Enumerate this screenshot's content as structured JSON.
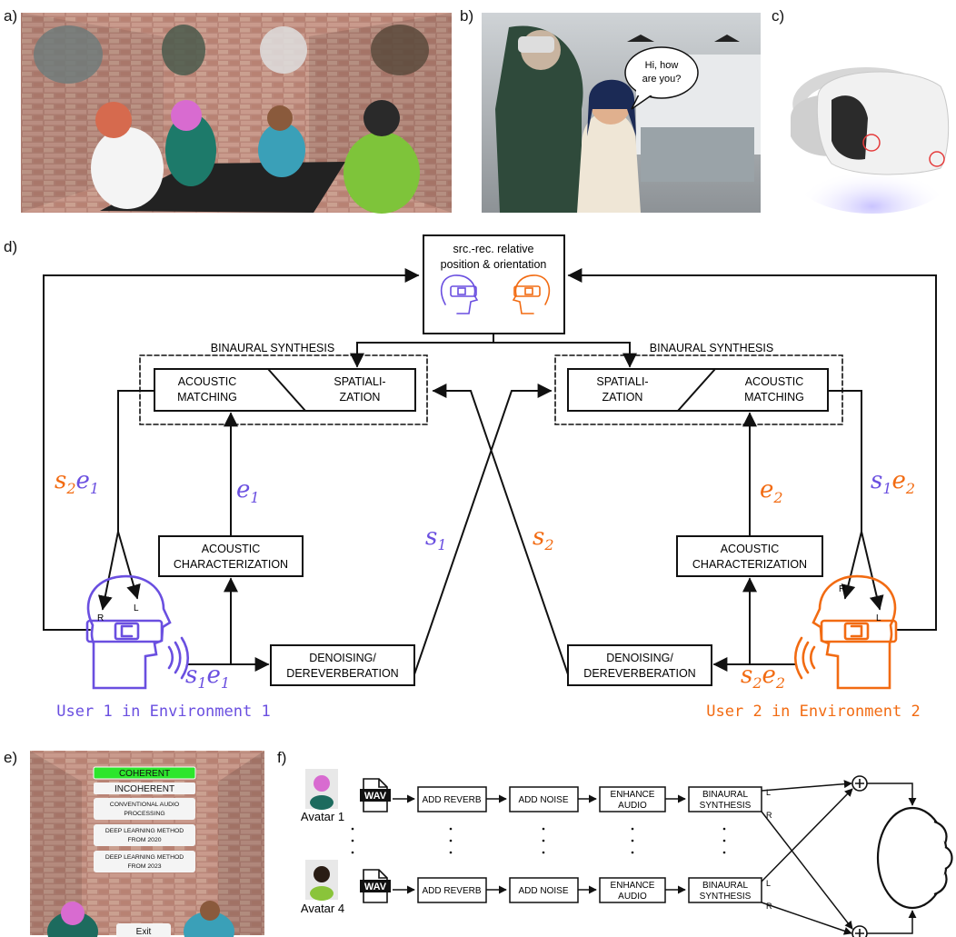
{
  "panels": {
    "a": "a)",
    "b": "b)",
    "c": "c)",
    "d": "d)",
    "e": "e)",
    "f": "f)"
  },
  "colors": {
    "user1": "#6a4fe0",
    "user2": "#f26b12",
    "black": "#111111",
    "green": "#2ce62c"
  },
  "panel_b": {
    "speech": [
      "Hi, how",
      "are you?"
    ]
  },
  "panel_d": {
    "top_box": [
      "src.-rec. relative",
      "position & orientation"
    ],
    "binaural_title_left": "BINAURAL SYNTHESIS",
    "binaural_title_right": "BINAURAL SYNTHESIS",
    "left_acoustic": [
      "ACOUSTIC",
      "MATCHING"
    ],
    "left_spatial": [
      "SPATIALI-",
      "ZATION"
    ],
    "right_spatial": [
      "SPATIALI-",
      "ZATION"
    ],
    "right_acoustic": [
      "ACOUSTIC",
      "MATCHING"
    ],
    "char_left": [
      "ACOUSTIC",
      "CHARACTERIZATION"
    ],
    "char_right": [
      "ACOUSTIC",
      "CHARACTERIZATION"
    ],
    "denoise_left": [
      "DENOISING/",
      "DEREVERBERATION"
    ],
    "denoise_right": [
      "DENOISING/",
      "DEREVERBERATION"
    ],
    "user1_label": "User 1 in Environment 1",
    "user2_label": "User 2 in Environment 2",
    "R": "R",
    "L": "L"
  },
  "panel_e": {
    "buttons": [
      "COHERENT",
      "INCOHERENT",
      "CONVENTIONAL AUDIO PROCESSING",
      "DEEP LEARNING METHOD FROM 2020",
      "DEEP LEARNING METHOD FROM 2023"
    ],
    "exit": "Exit"
  },
  "panel_f": {
    "avatar_top": "Avatar 1",
    "avatar_bottom": "Avatar 4",
    "wav": "WAV",
    "steps": [
      "ADD REVERB",
      "ADD NOISE",
      "ENHANCE AUDIO",
      "BINAURAL SYNTHESIS"
    ],
    "L": "L",
    "R": "R"
  }
}
